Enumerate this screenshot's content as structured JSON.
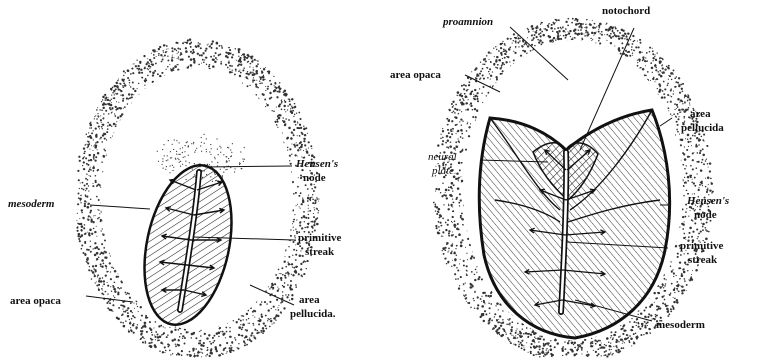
{
  "left_figure": {
    "labels": {
      "hensens_node_1": "Hensen's",
      "hensens_node_2": "node",
      "mesoderm": "mesoderm",
      "primitive_streak_1": "primitive",
      "primitive_streak_2": "streak",
      "area_opaca": "area opaca",
      "area_pellucida_1": "area",
      "area_pellucida_2": "pellucida."
    }
  },
  "right_figure": {
    "labels": {
      "proamnion": "proamnion",
      "notochord": "notochord",
      "area_opaca": "area opaca",
      "area_pellucida_1": "area",
      "area_pellucida_2": "pellucida",
      "neural_plate_1": "neural",
      "neural_plate_2": "plate",
      "hensens_node_1": "Hensen's",
      "hensens_node_2": "node",
      "primitive_streak_1": "primitive",
      "primitive_streak_2": "streak",
      "mesoderm": "mesoderm"
    }
  },
  "colors": {
    "ink": "#111111",
    "stipple": "#333333"
  }
}
